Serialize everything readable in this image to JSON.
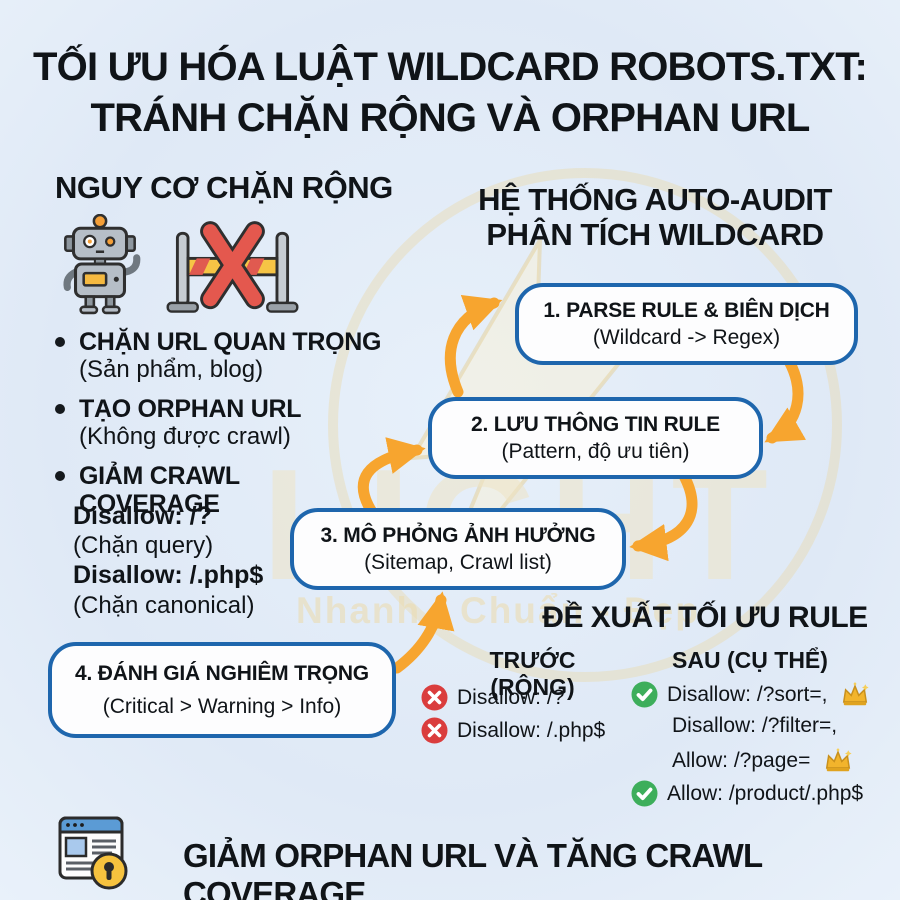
{
  "title": {
    "line1": "TỐI ƯU HÓA LUẬT WILDCARD ROBOTS.TXT:",
    "line2": "TRÁNH CHẶN RỘNG VÀ ORPHAN URL"
  },
  "risk": {
    "heading": "NGUY CƠ CHẶN RỘNG",
    "bullets": [
      {
        "title": "CHẶN URL QUAN TRỌNG",
        "subtitle": "(Sản phẩm, blog)"
      },
      {
        "title": "TẠO ORPHAN URL",
        "subtitle": "(Không được crawl)"
      },
      {
        "title": "GIẢM CRAWL COVERAGE",
        "subtitle": ""
      }
    ],
    "code_lines": [
      {
        "text": "Disallow: /?"
      },
      {
        "text": "(Chặn query)"
      },
      {
        "text": "Disallow: /.php$"
      },
      {
        "text": "(Chặn canonical)"
      }
    ]
  },
  "audit": {
    "heading_line1": "HỆ THỐNG AUTO-AUDIT",
    "heading_line2": "PHÂN TÍCH WILDCARD",
    "steps": [
      {
        "title": "1.  PARSE RULE & BIÊN DỊCH",
        "subtitle": "(Wildcard -> Regex)"
      },
      {
        "title": "2. LƯU THÔNG TIN RULE",
        "subtitle": "(Pattern, độ ưu tiên)"
      },
      {
        "title": "3. MÔ PHỎNG ẢNH HƯỞNG",
        "subtitle": "(Sitemap, Crawl list)"
      },
      {
        "title": "4. ĐÁNH GIÁ NGHIÊM TRỌNG",
        "subtitle": "(Critical > Warning > Info)"
      }
    ]
  },
  "suggestion": {
    "heading": "ĐỀ XUẤT TỐI ƯU RULE",
    "before": {
      "heading": "TRƯỚC (RỘNG)",
      "items": [
        "Disallow: /?",
        "Disallow: /.php$"
      ]
    },
    "after": {
      "heading": "SAU (CỤ THỂ)",
      "lines": [
        "Disallow: /?sort=,",
        "Disallow: /?filter=,",
        "Allow: /?page=",
        "Allow: /product/.php$"
      ]
    }
  },
  "footer": {
    "text": "GIẢM ORPHAN URL VÀ TĂNG CRAWL COVERAGE"
  },
  "watermark": {
    "text": "LIGHT",
    "tagline": "Nhanh - Chuẩn - Đẹp"
  },
  "colors": {
    "background": "#e2ebf7",
    "box_border": "#1e66ad",
    "arrow": "#f7a52f",
    "error": "#da3d3d",
    "success": "#3dae5b",
    "crown": "#f2b42c",
    "text": "#101418",
    "watermark": "#eee4c4"
  }
}
